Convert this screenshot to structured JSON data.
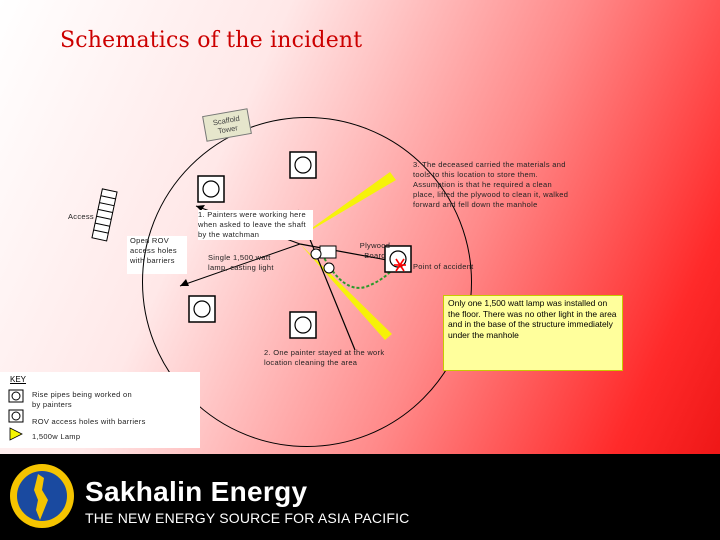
{
  "title": "Schematics of the incident",
  "labels": {
    "scaffold": "Scaffold Tower",
    "access": "Access",
    "open_rov": "Open ROV access holes with barriers",
    "painters_note": "1. Painters were working here when asked to leave the shaft by the watchman",
    "lamp_note": "Single 1,500 watt lamp, casting light",
    "plywood": "Plywood Board",
    "point_accident": "Point of accident",
    "deceased_note": "3. The deceased carried the materials and tools to this location to store them. Assumption is that he required a clean place, lifted the plywood to clean it, walked forward and fell down the manhole",
    "painter_stayed": "2. One painter stayed at the work location cleaning the area"
  },
  "note": "Only one 1,500 watt lamp was installed on the floor. There was no other light in the area and in the base of the structure immediately under the manhole",
  "key": {
    "title": "KEY",
    "items": [
      {
        "label": "Rise pipes being worked on by painters",
        "icon": "riser-pipe-icon"
      },
      {
        "label": "ROV access holes with barriers",
        "icon": "rov-hole-icon"
      },
      {
        "label": "1,500w Lamp",
        "icon": "lamp-icon"
      }
    ]
  },
  "footer": {
    "brand": "Sakhalin Energy",
    "tagline": "THE NEW ENERGY SOURCE FOR ASIA PACIFIC"
  },
  "colors": {
    "title": "#cc0000",
    "lamp_beam": "#f5f500",
    "accident_marker": "#ff0000",
    "path": "#2a9a2a",
    "note_bg": "#ffff9c"
  }
}
